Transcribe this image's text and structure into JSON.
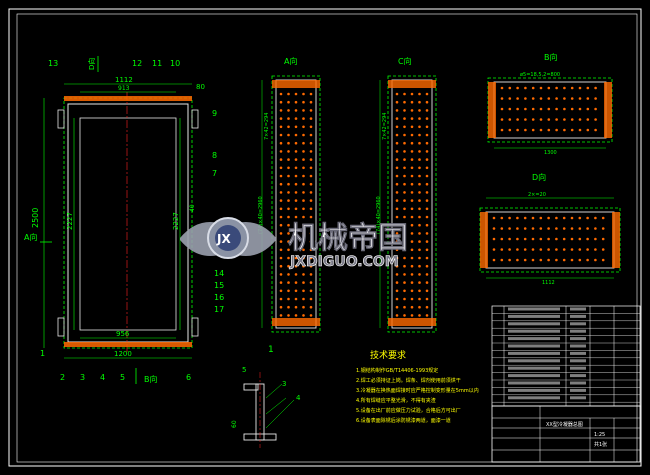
{
  "colors": {
    "background": "#000000",
    "frame": "#ffffff",
    "geometry": "#e8e8e8",
    "dimension": "#00ff00",
    "section": "#ffff00",
    "centerline": "#ff2020",
    "pipe": "#ff6a00",
    "watermark_text": "#ffffff",
    "watermark_domain": "#6a6a78"
  },
  "views": {
    "front": {
      "width_dim": "1112",
      "inner_dim": "913",
      "right_dim": "80",
      "height_dim": "2500",
      "inner_height_left": "2227",
      "inner_height_right": "2227",
      "bottom_dim_1": "956",
      "bottom_dim_2": "1200",
      "side_dim": "40",
      "direction_label": "A向",
      "direction_label_b": "B向",
      "top_arrow_label": "D向",
      "section_mark": "1"
    },
    "view_a": {
      "title": "A向",
      "dim_long": "(74)×40=2960",
      "dim_mid": "7×42=294"
    },
    "view_c": {
      "title": "C向",
      "dim_long": "(74)×40=2960",
      "dim_mid": "7×42=294"
    },
    "view_b": {
      "title": "B向",
      "dim_top": "ø5=18,5,2=800",
      "dim_bottom": "1300"
    },
    "view_d": {
      "title": "D向",
      "dim_top": "2×=20",
      "dim_bottom": "1112"
    }
  },
  "callouts": [
    "13",
    "12",
    "11",
    "10",
    "9",
    "8",
    "7",
    "14",
    "15",
    "16",
    "17",
    "1",
    "2",
    "3",
    "4",
    "5",
    "6"
  ],
  "detail": {
    "labels": [
      "5",
      "3",
      "4"
    ],
    "dim": "60"
  },
  "notes": {
    "heading": "技术要求",
    "items": [
      "1.钢结构制作GB/T14406-1993规定",
      "2.焊工必须持证上岗。焊条、焊剂使用前须烘干",
      "3.冷凝器在换热面焊接时应严格控制变形量在5mm以内",
      "4.所有焊缝应平整光滑，不得有夹渣",
      "5.设备在出厂前应做压力试验，合格后方可出厂",
      "6.设备表面除锈后涂防锈漆两道，面漆一道"
    ]
  },
  "title_block": {
    "drawing_title": "XX型冷凝器总图",
    "scale": "1:25",
    "sheet": "共1张"
  },
  "watermark": {
    "cn": "机械帝国",
    "en": "JXDIGUO.COM",
    "logo_letters": "JX"
  }
}
